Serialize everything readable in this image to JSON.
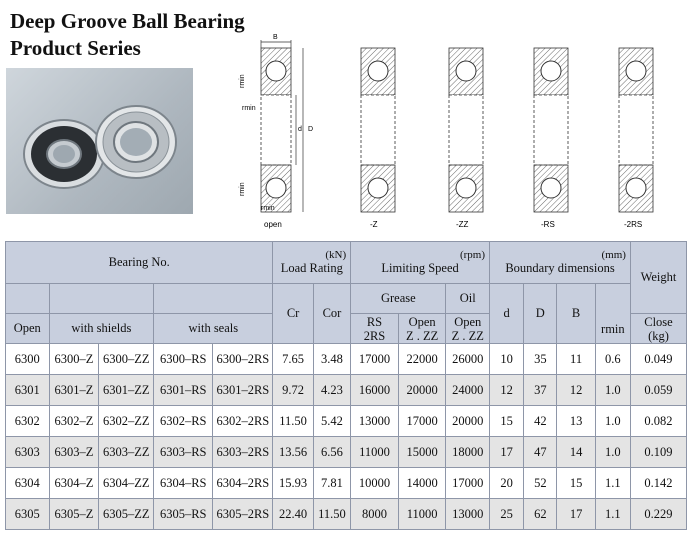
{
  "title": {
    "line1": "Deep Groove Ball Bearing",
    "line2": "Product Series"
  },
  "drawings": {
    "main": {
      "label": "open",
      "dim_B": "B",
      "dim_d": "d",
      "dim_D": "D",
      "dim_rmin_1": "rmin",
      "dim_rmin_2": "rmin",
      "dim_rmin_3": "rmin",
      "dim_rmin_4": "rmin"
    },
    "variants": [
      "-Z",
      "-ZZ",
      "-RS",
      "-2RS"
    ]
  },
  "table": {
    "header": {
      "bearing_no": "Bearing No.",
      "load_unit": "(kN)",
      "load_rating": "Load Rating",
      "speed_unit": "(rpm)",
      "limiting_speed": "Limiting Speed",
      "dim_unit": "(mm)",
      "boundary_dimensions": "Boundary dimensions",
      "weight": "Weight",
      "cr": "Cr",
      "cor": "Cor",
      "grease": "Grease",
      "oil": "Oil",
      "open": "Open",
      "with_shields": "with shields",
      "with_seals": "with seals",
      "rs_1": "RS",
      "rs_2": "2RS",
      "open_z_1": "Open",
      "open_z_2": "Z . ZZ",
      "open_z_oil_1": "Open",
      "open_z_oil_2": "Z . ZZ",
      "d": "d",
      "D": "D",
      "B": "B",
      "rmin": "rmin",
      "close_1": "Close",
      "close_2": "(kg)"
    },
    "rows": [
      [
        "6300",
        "6300–Z",
        "6300–ZZ",
        "6300–RS",
        "6300–2RS",
        "7.65",
        "3.48",
        "17000",
        "22000",
        "26000",
        "10",
        "35",
        "11",
        "0.6",
        "0.049"
      ],
      [
        "6301",
        "6301–Z",
        "6301–ZZ",
        "6301–RS",
        "6301–2RS",
        "9.72",
        "4.23",
        "16000",
        "20000",
        "24000",
        "12",
        "37",
        "12",
        "1.0",
        "0.059"
      ],
      [
        "6302",
        "6302–Z",
        "6302–ZZ",
        "6302–RS",
        "6302–2RS",
        "11.50",
        "5.42",
        "13000",
        "17000",
        "20000",
        "15",
        "42",
        "13",
        "1.0",
        "0.082"
      ],
      [
        "6303",
        "6303–Z",
        "6303–ZZ",
        "6303–RS",
        "6303–2RS",
        "13.56",
        "6.56",
        "11000",
        "15000",
        "18000",
        "17",
        "47",
        "14",
        "1.0",
        "0.109"
      ],
      [
        "6304",
        "6304–Z",
        "6304–ZZ",
        "6304–RS",
        "6304–2RS",
        "15.93",
        "7.81",
        "10000",
        "14000",
        "17000",
        "20",
        "52",
        "15",
        "1.1",
        "0.142"
      ],
      [
        "6305",
        "6305–Z",
        "6305–ZZ",
        "6305–RS",
        "6305–2RS",
        "22.40",
        "11.50",
        "8000",
        "11000",
        "13000",
        "25",
        "62",
        "17",
        "1.1",
        "0.229"
      ]
    ]
  },
  "colors": {
    "header_bg": "#c8cfde",
    "alt_row_bg": "#e4e4e4",
    "border": "#8e96a8"
  }
}
